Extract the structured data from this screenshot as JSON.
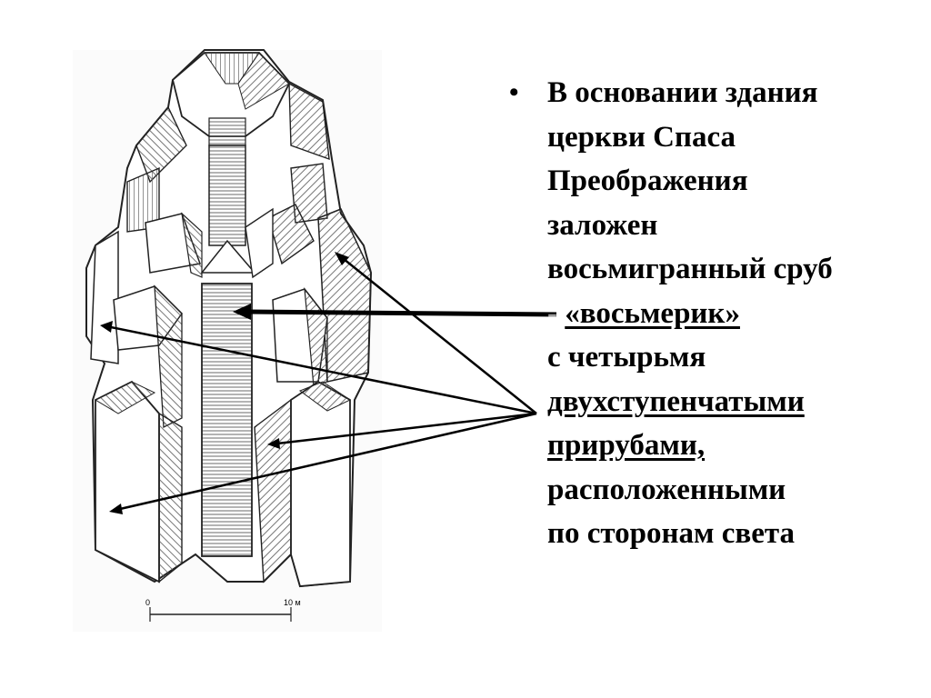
{
  "slide": {
    "bullet_symbol": "•",
    "lines": [
      "В основании здания",
      "церкви Спаса",
      "Преображения",
      "заложен",
      "восьмигранный сруб"
    ],
    "dash": "-",
    "term": "«восьмерик»",
    "line_with": "с четырьмя",
    "underlined_1": "двухступенчатыми",
    "underlined_2": "прирубами,",
    "line_located": "расположенными",
    "line_sides": "по сторонам света"
  },
  "drawing": {
    "scale_label": "10 м",
    "scale_zero": "0"
  }
}
